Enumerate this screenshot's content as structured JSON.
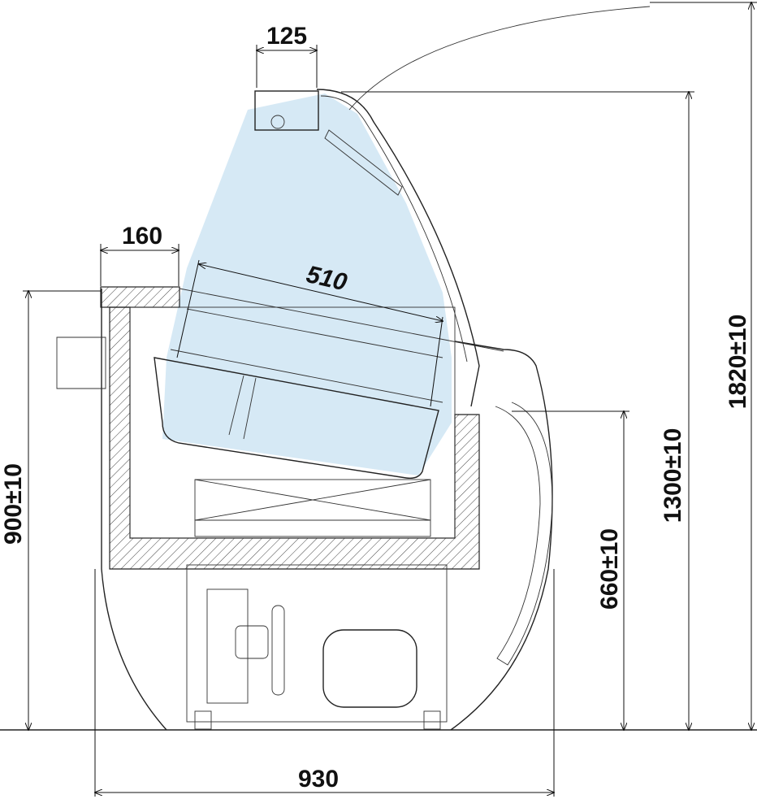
{
  "diagram": {
    "title": "Refrigerated display counter side section",
    "colors": {
      "glass_zone": "#d6e9f5",
      "line": "#222222",
      "hatch": "#444444"
    },
    "dimensions": {
      "lamp_width": "125",
      "top_shelf_width": "160",
      "pan_length": "510",
      "counter_height": "900±10",
      "rear_height": "660±10",
      "glass_height": "1300±10",
      "open_height": "1820±10",
      "total_depth": "930"
    }
  }
}
